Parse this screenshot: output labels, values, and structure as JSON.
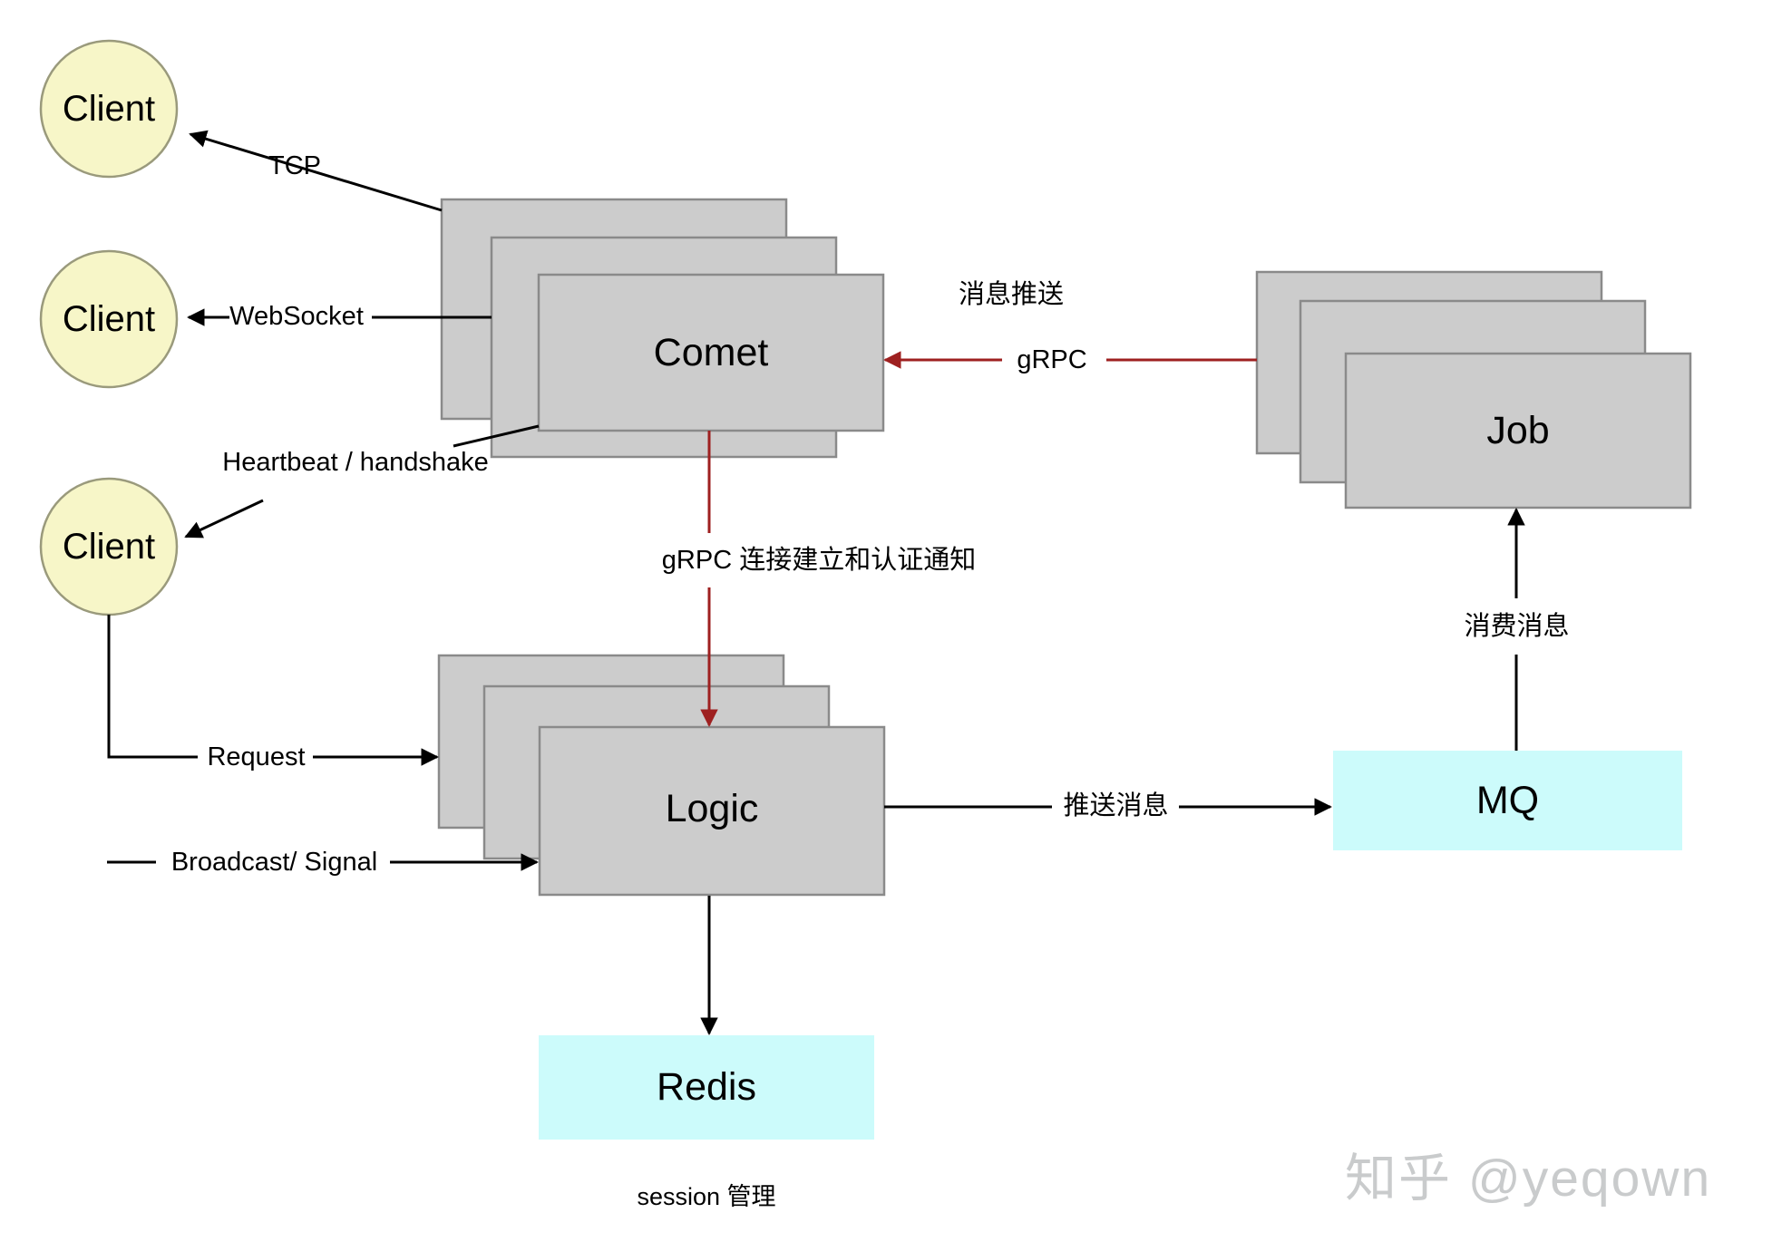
{
  "diagram": {
    "title": "goim architecture",
    "colors": {
      "client_fill": "#f7f6c8",
      "client_stroke": "#9a9a7c",
      "service_fill": "#cccccc",
      "service_stroke": "#8a8a8a",
      "store_fill": "#ccfbfb",
      "arrow_black": "#000000",
      "arrow_red": "#9e2020",
      "watermark": "#c9cbcc",
      "background": "#ffffff"
    },
    "clients": [
      {
        "id": "client-1",
        "label": "Client"
      },
      {
        "id": "client-2",
        "label": "Client"
      },
      {
        "id": "client-3",
        "label": "Client"
      }
    ],
    "services": [
      {
        "id": "comet",
        "label": "Comet",
        "stacked": true,
        "copies": 3
      },
      {
        "id": "logic",
        "label": "Logic",
        "stacked": true,
        "copies": 3
      },
      {
        "id": "job",
        "label": "Job",
        "stacked": true,
        "copies": 3
      }
    ],
    "stores": [
      {
        "id": "mq",
        "label": "MQ"
      },
      {
        "id": "redis",
        "label": "Redis"
      }
    ],
    "edges": [
      {
        "id": "comet-to-client1",
        "label": "TCP",
        "color": "#000000",
        "from": "comet",
        "to": "client-1"
      },
      {
        "id": "comet-to-client2",
        "label": "WebSocket",
        "color": "#000000",
        "from": "comet",
        "to": "client-2"
      },
      {
        "id": "comet-to-client3",
        "label": "Heartbeat / handshake",
        "color": "#000000",
        "from": "comet",
        "to": "client-3"
      },
      {
        "id": "client3-to-logic",
        "label": "Request",
        "color": "#000000",
        "from": "client-3",
        "to": "logic"
      },
      {
        "id": "external-to-logic",
        "label": "Broadcast/ Signal",
        "color": "#000000",
        "from": "external",
        "to": "logic"
      },
      {
        "id": "comet-to-logic",
        "label": "gRPC  连接建立和认证通知",
        "color": "#9e2020",
        "from": "comet",
        "to": "logic"
      },
      {
        "id": "job-to-comet-title",
        "label": "消息推送",
        "color": "#000000",
        "from": "job",
        "to": "comet"
      },
      {
        "id": "job-to-comet",
        "label": "gRPC",
        "color": "#9e2020",
        "from": "job",
        "to": "comet"
      },
      {
        "id": "logic-to-mq",
        "label": "推送消息",
        "color": "#000000",
        "from": "logic",
        "to": "mq"
      },
      {
        "id": "mq-to-job",
        "label": "消费消息",
        "color": "#000000",
        "from": "mq",
        "to": "job"
      },
      {
        "id": "logic-to-redis",
        "label": "",
        "color": "#000000",
        "from": "logic",
        "to": "redis"
      }
    ],
    "captions": [
      {
        "id": "redis-caption",
        "label": "session 管理"
      }
    ],
    "watermark": {
      "label": "知乎 @yeqown"
    }
  }
}
